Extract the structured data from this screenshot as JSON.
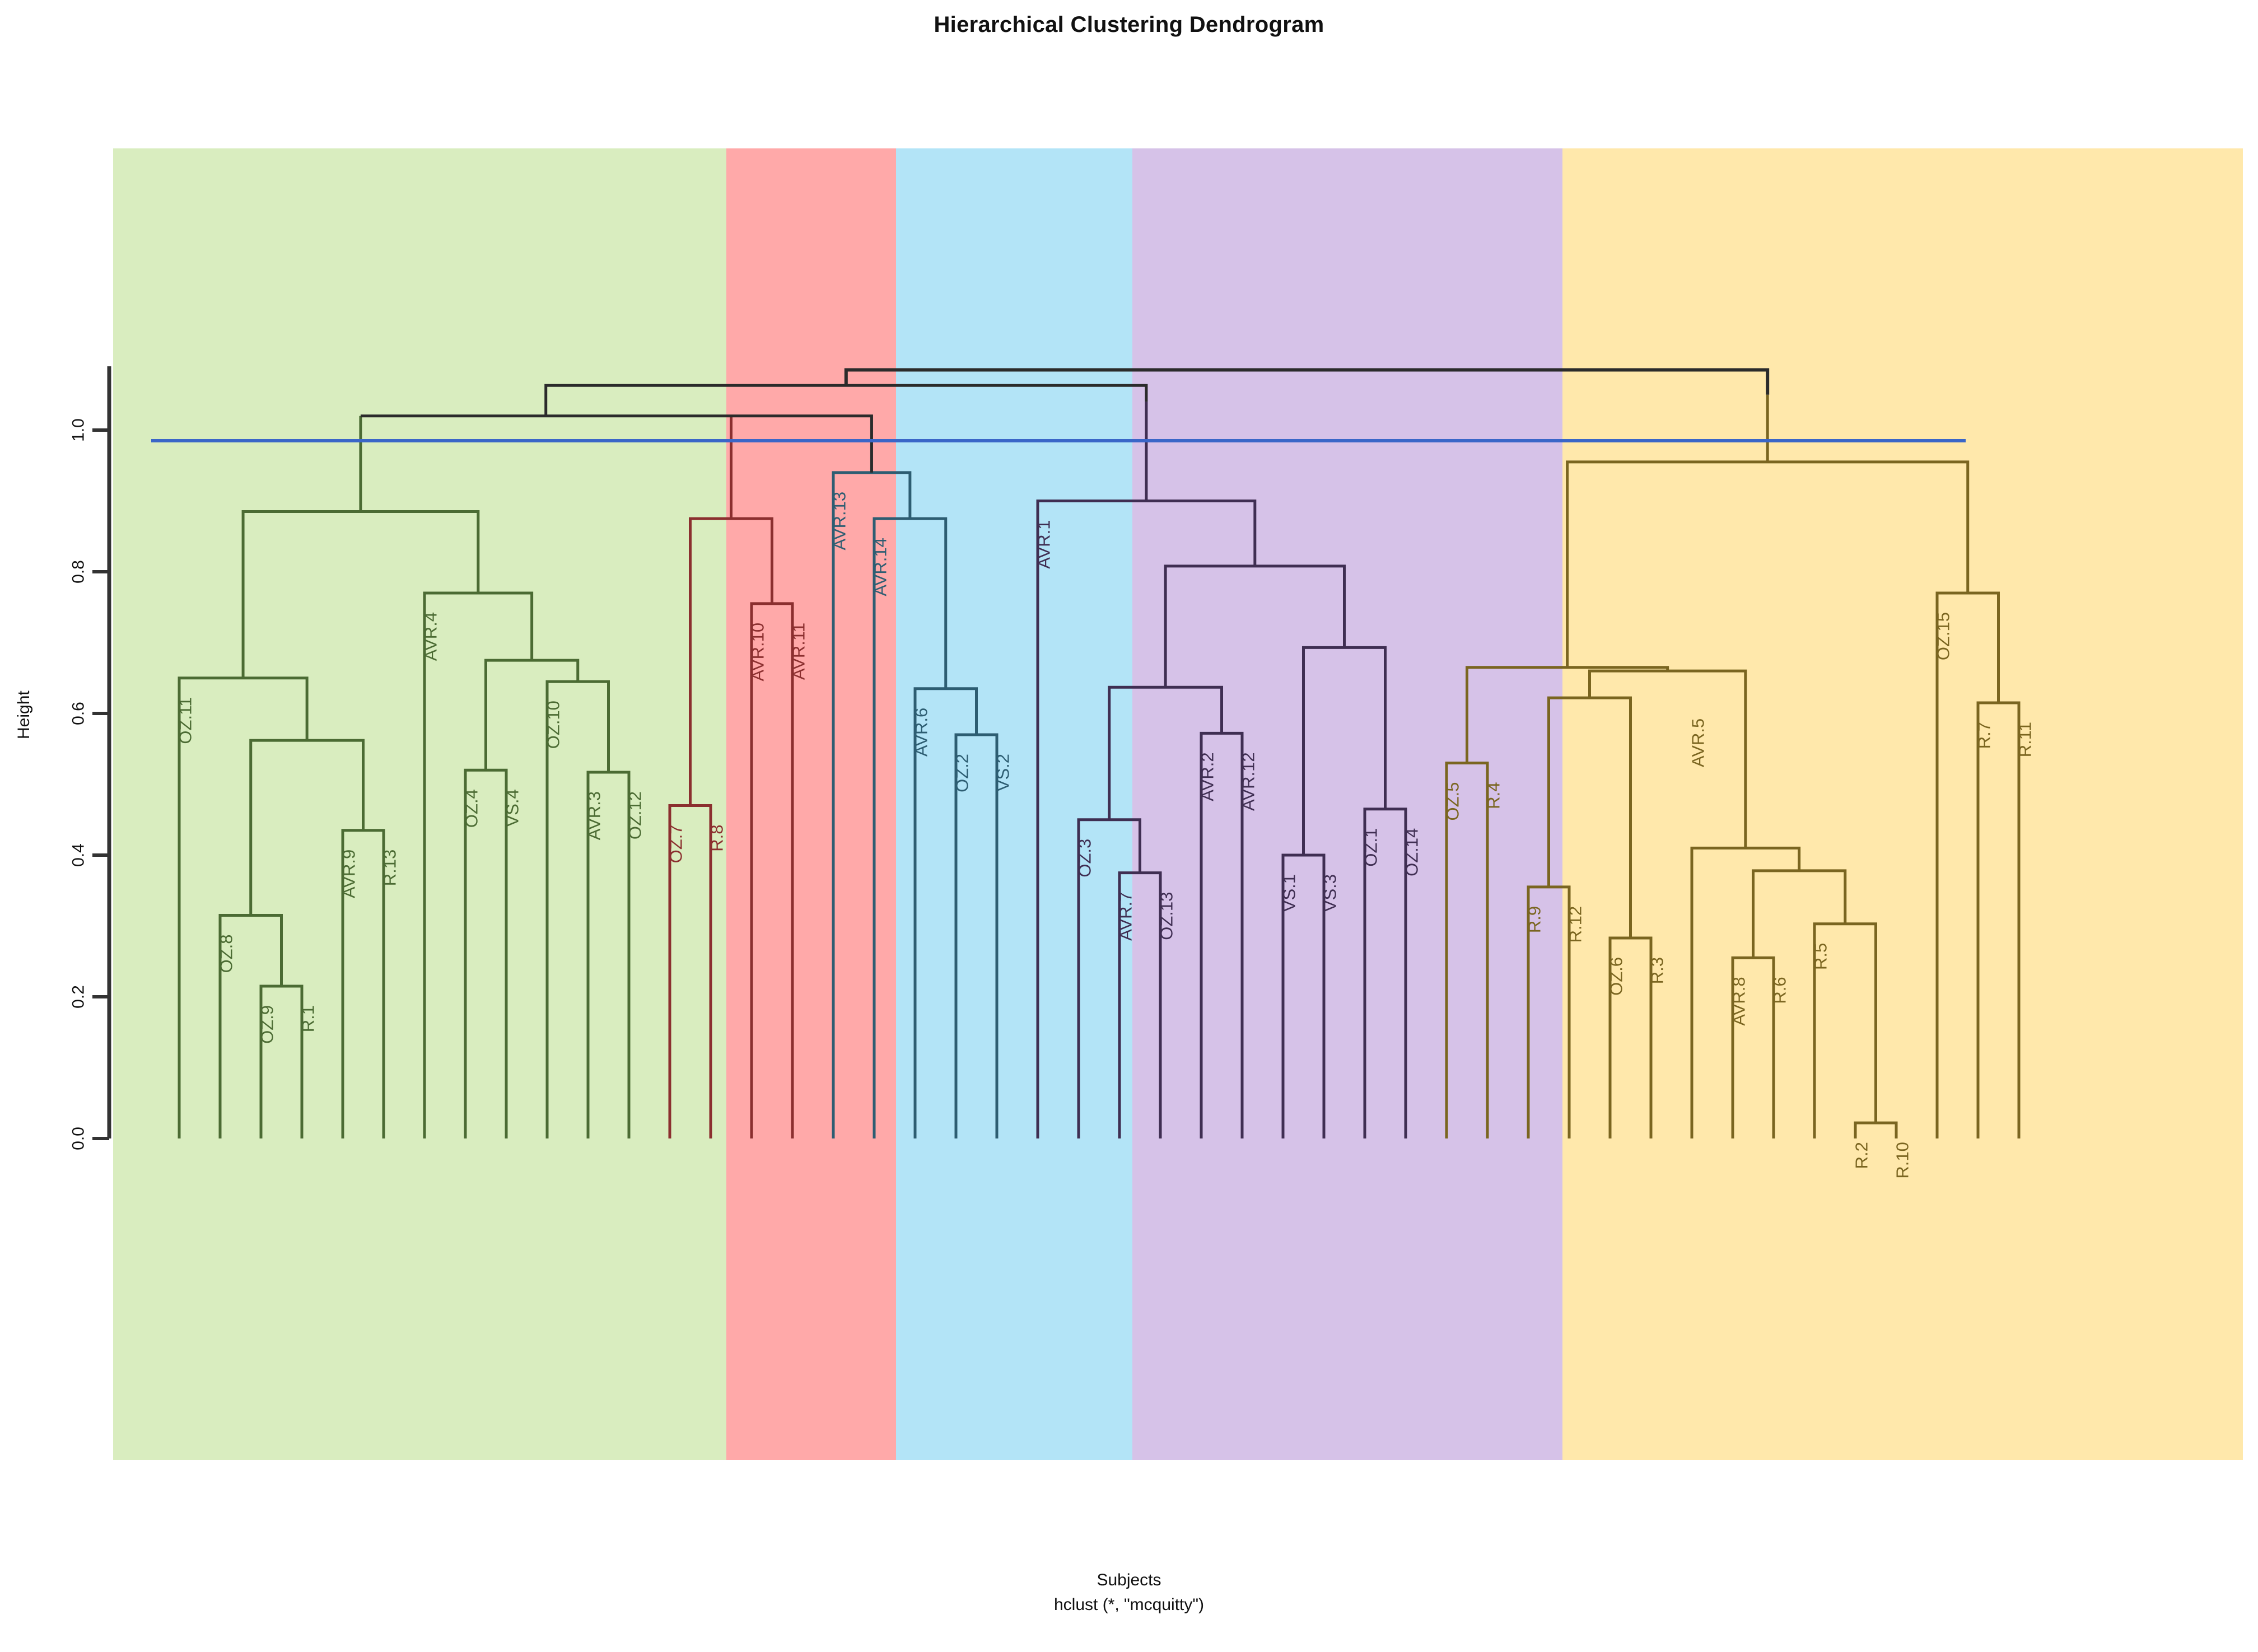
{
  "title": "Hierarchical Clustering Dendrogram",
  "axis": {
    "ylabel": "Height",
    "yticks": [
      "0.0",
      "0.2",
      "0.4",
      "0.6",
      "0.8",
      "1.0"
    ],
    "xlabel_line1": "Subjects",
    "xlabel_line2": "hclust (*, \"mcquitty\")"
  },
  "colors": {
    "green_fill": "#d9edbf",
    "green_line": "#4b6b33",
    "red_fill": "#ffa9a9",
    "red_line": "#8b2f2f",
    "blue_fill": "#b3e4f7",
    "blue_line": "#2d5d72",
    "purple_fill": "#d6c2e8",
    "purple_line": "#3f2e52",
    "yellow_fill": "#ffe8ab",
    "yellow_line": "#7a6520",
    "root_line": "#2b2b2b",
    "cut_line": "#3a66c8"
  },
  "chart_data": {
    "type": "dendrogram",
    "title": "Hierarchical Clustering Dendrogram",
    "xlabel": "Subjects",
    "ylabel": "Height",
    "method": "mcquitty",
    "ylim": [
      0.0,
      1.09
    ],
    "yticks": [
      0.0,
      0.2,
      0.4,
      0.6,
      0.8,
      1.0
    ],
    "cut_height": 0.985,
    "n_clusters": 5,
    "n_leaves": 46,
    "leaf_order": [
      "OZ.11",
      "OZ.8",
      "OZ.9",
      "R.1",
      "AVR.9",
      "R.13",
      "AVR.4",
      "OZ.4",
      "VS.4",
      "OZ.10",
      "AVR.3",
      "OZ.12",
      "OZ.7",
      "R.8",
      "AVR.10",
      "AVR.11",
      "AVR.13",
      "AVR.14",
      "AVR.6",
      "OZ.2",
      "VS.2",
      "AVR.1",
      "OZ.3",
      "AVR.7",
      "OZ.13",
      "AVR.2",
      "AVR.12",
      "VS.1",
      "VS.3",
      "OZ.1",
      "OZ.14",
      "OZ.5",
      "R.4",
      "R.9",
      "R.12",
      "OZ.6",
      "R.3",
      "AVR.5",
      "AVR.8",
      "R.6",
      "R.5",
      "R.2",
      "R.10",
      "OZ.15",
      "R.7",
      "R.11"
    ],
    "clusters": [
      {
        "name": "cluster-1",
        "color": "#d9edbf",
        "line": "#4b6b33",
        "members": [
          "OZ.11",
          "OZ.8",
          "OZ.9",
          "R.1",
          "AVR.9",
          "R.13",
          "AVR.4",
          "OZ.4",
          "VS.4",
          "OZ.10",
          "AVR.3",
          "OZ.12"
        ],
        "root_height": 1.02
      },
      {
        "name": "cluster-2",
        "color": "#ffa9a9",
        "line": "#8b2f2f",
        "members": [
          "OZ.7",
          "R.8",
          "AVR.10",
          "AVR.11"
        ],
        "root_height": 1.02
      },
      {
        "name": "cluster-3",
        "color": "#b3e4f7",
        "line": "#2d5d72",
        "members": [
          "AVR.13",
          "AVR.14",
          "AVR.6",
          "OZ.2",
          "VS.2"
        ],
        "root_height": 0.94
      },
      {
        "name": "cluster-4",
        "color": "#d6c2e8",
        "line": "#3f2e52",
        "members": [
          "AVR.1",
          "OZ.3",
          "AVR.7",
          "OZ.13",
          "AVR.2",
          "AVR.12",
          "VS.1",
          "VS.3",
          "OZ.1",
          "OZ.14"
        ],
        "root_height": 1.04
      },
      {
        "name": "cluster-5",
        "color": "#ffe8ab",
        "line": "#7a6520",
        "members": [
          "OZ.5",
          "R.4",
          "R.9",
          "R.12",
          "OZ.6",
          "R.3",
          "AVR.5",
          "AVR.8",
          "R.6",
          "R.5",
          "R.2",
          "R.10",
          "OZ.15",
          "R.7",
          "R.11"
        ],
        "root_height": 1.05
      }
    ],
    "leaf_labels": [
      {
        "label": "OZ.11",
        "h": 0.65
      },
      {
        "label": "OZ.8",
        "h": 0.315
      },
      {
        "label": "OZ.9",
        "h": 0.215
      },
      {
        "label": "R.1",
        "h": 0.215
      },
      {
        "label": "AVR.9",
        "h": 0.435
      },
      {
        "label": "R.13",
        "h": 0.435
      },
      {
        "label": "AVR.4",
        "h": 0.77
      },
      {
        "label": "OZ.4",
        "h": 0.52
      },
      {
        "label": "VS.4",
        "h": 0.52
      },
      {
        "label": "OZ.10",
        "h": 0.645
      },
      {
        "label": "AVR.3",
        "h": 0.517
      },
      {
        "label": "OZ.12",
        "h": 0.517
      },
      {
        "label": "OZ.7",
        "h": 0.47
      },
      {
        "label": "R.8",
        "h": 0.47
      },
      {
        "label": "AVR.10",
        "h": 0.755
      },
      {
        "label": "AVR.11",
        "h": 0.755
      },
      {
        "label": "AVR.13",
        "h": 0.94
      },
      {
        "label": "AVR.14",
        "h": 0.875
      },
      {
        "label": "AVR.6",
        "h": 0.635
      },
      {
        "label": "OZ.2",
        "h": 0.57
      },
      {
        "label": "VS.2",
        "h": 0.57
      },
      {
        "label": "AVR.1",
        "h": 0.9
      },
      {
        "label": "OZ.3",
        "h": 0.45
      },
      {
        "label": "AVR.7",
        "h": 0.375
      },
      {
        "label": "OZ.13",
        "h": 0.375
      },
      {
        "label": "AVR.2",
        "h": 0.572
      },
      {
        "label": "AVR.12",
        "h": 0.572
      },
      {
        "label": "VS.1",
        "h": 0.4
      },
      {
        "label": "VS.3",
        "h": 0.4
      },
      {
        "label": "OZ.1",
        "h": 0.465
      },
      {
        "label": "OZ.14",
        "h": 0.465
      },
      {
        "label": "OZ.5",
        "h": 0.53
      },
      {
        "label": "R.4",
        "h": 0.53
      },
      {
        "label": "R.9",
        "h": 0.355
      },
      {
        "label": "R.12",
        "h": 0.355
      },
      {
        "label": "OZ.6",
        "h": 0.283
      },
      {
        "label": "R.3",
        "h": 0.283
      },
      {
        "label": "AVR.5",
        "h": 0.62
      },
      {
        "label": "AVR.8",
        "h": 0.255
      },
      {
        "label": "R.6",
        "h": 0.255
      },
      {
        "label": "R.5",
        "h": 0.303
      },
      {
        "label": "R.2",
        "h": 0.022
      },
      {
        "label": "R.10",
        "h": 0.022
      },
      {
        "label": "OZ.15",
        "h": 0.77
      },
      {
        "label": "R.7",
        "h": 0.615
      },
      {
        "label": "R.11",
        "h": 0.615
      }
    ],
    "merges": [
      {
        "cluster": "cluster-1",
        "left": 1,
        "right": 2,
        "h": 0.215,
        "note": "OZ.9 + R.1"
      },
      {
        "cluster": "cluster-1",
        "left": 0,
        "right": 1,
        "h": 0.315,
        "note": "OZ.8 + (OZ.9,R.1)"
      },
      {
        "cluster": "cluster-1",
        "left": 4,
        "right": 5,
        "h": 0.435,
        "note": "AVR.9 + R.13"
      },
      {
        "cluster": "cluster-1",
        "left": 0,
        "right": 4,
        "h": 0.562,
        "note": "(OZ.8..) + (AVR.9,R.13)"
      },
      {
        "cluster": "cluster-1",
        "left": 0,
        "right": 0,
        "h": 0.65,
        "note": "OZ.11 + above"
      },
      {
        "cluster": "cluster-1",
        "left": 7,
        "right": 8,
        "h": 0.52,
        "note": "OZ.4 + VS.4"
      },
      {
        "cluster": "cluster-1",
        "left": 10,
        "right": 11,
        "h": 0.517,
        "note": "AVR.3 + OZ.12"
      },
      {
        "cluster": "cluster-1",
        "left": 9,
        "right": 10,
        "h": 0.645,
        "note": "OZ.10 + (AVR.3,OZ.12)"
      },
      {
        "cluster": "cluster-1",
        "left": 7,
        "right": 9,
        "h": 0.675,
        "note": "(OZ.4,VS.4) + above"
      },
      {
        "cluster": "cluster-1",
        "left": 6,
        "right": 7,
        "h": 0.77,
        "note": "AVR.4 + above"
      },
      {
        "cluster": "cluster-1",
        "left": 0,
        "right": 6,
        "h": 0.885,
        "note": "left half + right half"
      },
      {
        "cluster": "cluster-1",
        "left": 0,
        "right": 0,
        "h": 1.02,
        "note": "cluster root"
      },
      {
        "cluster": "cluster-2",
        "left": 12,
        "right": 13,
        "h": 0.47,
        "note": "OZ.7 + R.8"
      },
      {
        "cluster": "cluster-2",
        "left": 14,
        "right": 15,
        "h": 0.755,
        "note": "AVR.10 + AVR.11"
      },
      {
        "cluster": "cluster-2",
        "left": 12,
        "right": 14,
        "h": 0.875,
        "note": "(OZ.7,R.8) + (AVR.10,AVR.11)"
      },
      {
        "cluster": "cluster-2",
        "left": 12,
        "right": 12,
        "h": 1.02,
        "note": "cluster root"
      },
      {
        "cluster": "cluster-3",
        "left": 19,
        "right": 20,
        "h": 0.57,
        "note": "OZ.2 + VS.2"
      },
      {
        "cluster": "cluster-3",
        "left": 18,
        "right": 19,
        "h": 0.635,
        "note": "AVR.6 + (OZ.2,VS.2)"
      },
      {
        "cluster": "cluster-3",
        "left": 17,
        "right": 18,
        "h": 0.875,
        "note": "AVR.14 + above"
      },
      {
        "cluster": "cluster-3",
        "left": 16,
        "right": 17,
        "h": 0.94,
        "note": "AVR.13 + above (cluster root)"
      },
      {
        "cluster": "cluster-4",
        "left": 23,
        "right": 24,
        "h": 0.375,
        "note": "AVR.7 + OZ.13"
      },
      {
        "cluster": "cluster-4",
        "left": 22,
        "right": 23,
        "h": 0.45,
        "note": "OZ.3 + (AVR.7,OZ.13)"
      },
      {
        "cluster": "cluster-4",
        "left": 25,
        "right": 26,
        "h": 0.572,
        "note": "AVR.2 + AVR.12"
      },
      {
        "cluster": "cluster-4",
        "left": 22,
        "right": 25,
        "h": 0.637,
        "note": "two subgroups"
      },
      {
        "cluster": "cluster-4",
        "left": 27,
        "right": 28,
        "h": 0.4,
        "note": "VS.1 + VS.3"
      },
      {
        "cluster": "cluster-4",
        "left": 29,
        "right": 30,
        "h": 0.465,
        "note": "OZ.1 + OZ.14"
      },
      {
        "cluster": "cluster-4",
        "left": 27,
        "right": 29,
        "h": 0.693,
        "note": "(VS.1,VS.3) + (OZ.1,OZ.14)"
      },
      {
        "cluster": "cluster-4",
        "left": 22,
        "right": 27,
        "h": 0.808,
        "note": "merge"
      },
      {
        "cluster": "cluster-4",
        "left": 21,
        "right": 22,
        "h": 0.9,
        "note": "AVR.1 + above"
      },
      {
        "cluster": "cluster-4",
        "left": 21,
        "right": 21,
        "h": 1.04,
        "note": "cluster root"
      },
      {
        "cluster": "cluster-5",
        "left": 31,
        "right": 32,
        "h": 0.53,
        "note": "OZ.5 + R.4"
      },
      {
        "cluster": "cluster-5",
        "left": 33,
        "right": 34,
        "h": 0.355,
        "note": "R.9 + R.12"
      },
      {
        "cluster": "cluster-5",
        "left": 35,
        "right": 36,
        "h": 0.283,
        "note": "OZ.6 + R.3"
      },
      {
        "cluster": "cluster-5",
        "left": 33,
        "right": 35,
        "h": 0.622,
        "note": "merge"
      },
      {
        "cluster": "cluster-5",
        "left": 38,
        "right": 39,
        "h": 0.255,
        "note": "AVR.8 + R.6"
      },
      {
        "cluster": "cluster-5",
        "left": 41,
        "right": 42,
        "h": 0.022,
        "note": "R.2 + R.10"
      },
      {
        "cluster": "cluster-5",
        "left": 40,
        "right": 41,
        "h": 0.303,
        "note": "R.5 + (R.2,R.10)"
      },
      {
        "cluster": "cluster-5",
        "left": 38,
        "right": 40,
        "h": 0.378,
        "note": "merge"
      },
      {
        "cluster": "cluster-5",
        "left": 37,
        "right": 38,
        "h": 0.41,
        "note": "AVR.5 + above"
      },
      {
        "cluster": "cluster-5",
        "left": 33,
        "right": 37,
        "h": 0.66,
        "note": "merge"
      },
      {
        "cluster": "cluster-5",
        "left": 31,
        "right": 33,
        "h": 0.665,
        "note": "merge"
      },
      {
        "cluster": "cluster-5",
        "left": 44,
        "right": 45,
        "h": 0.615,
        "note": "R.7 + R.11"
      },
      {
        "cluster": "cluster-5",
        "left": 43,
        "right": 44,
        "h": 0.77,
        "note": "OZ.15 + (R.7,R.11)"
      },
      {
        "cluster": "cluster-5",
        "left": 31,
        "right": 43,
        "h": 0.955,
        "note": "merge"
      },
      {
        "cluster": "cluster-5",
        "left": 31,
        "right": 31,
        "h": 1.05,
        "note": "cluster root"
      },
      {
        "cluster": "root",
        "left": 0,
        "right": 31,
        "h": 1.085,
        "note": "overall root"
      }
    ]
  }
}
